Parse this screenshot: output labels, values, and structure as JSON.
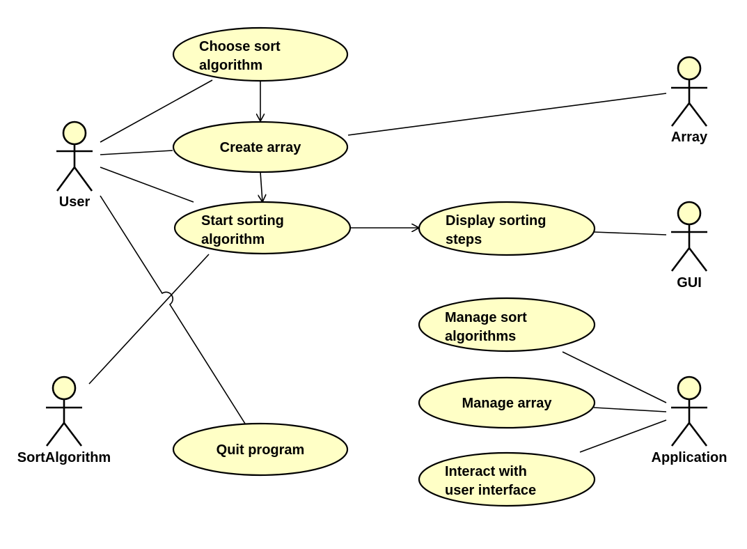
{
  "colors": {
    "usecase_fill": "#ffffc6",
    "stroke": "#000000",
    "background": "#ffffff"
  },
  "actors": {
    "user": "User",
    "array": "Array",
    "gui": "GUI",
    "sort_algorithm": "SortAlgorithm",
    "application": "Application"
  },
  "use_cases": {
    "choose_sort_algorithm": [
      "Choose sort",
      "algorithm"
    ],
    "create_array": [
      "Create array"
    ],
    "start_sorting_algorithm": [
      "Start sorting",
      "algorithm"
    ],
    "display_sorting_steps": [
      "Display sorting",
      "steps"
    ],
    "manage_sort_algorithms": [
      "Manage sort",
      "algorithms"
    ],
    "manage_array": [
      "Manage array"
    ],
    "interact_with_user_interface": [
      "Interact with",
      "user interface"
    ],
    "quit_program": [
      "Quit program"
    ]
  }
}
